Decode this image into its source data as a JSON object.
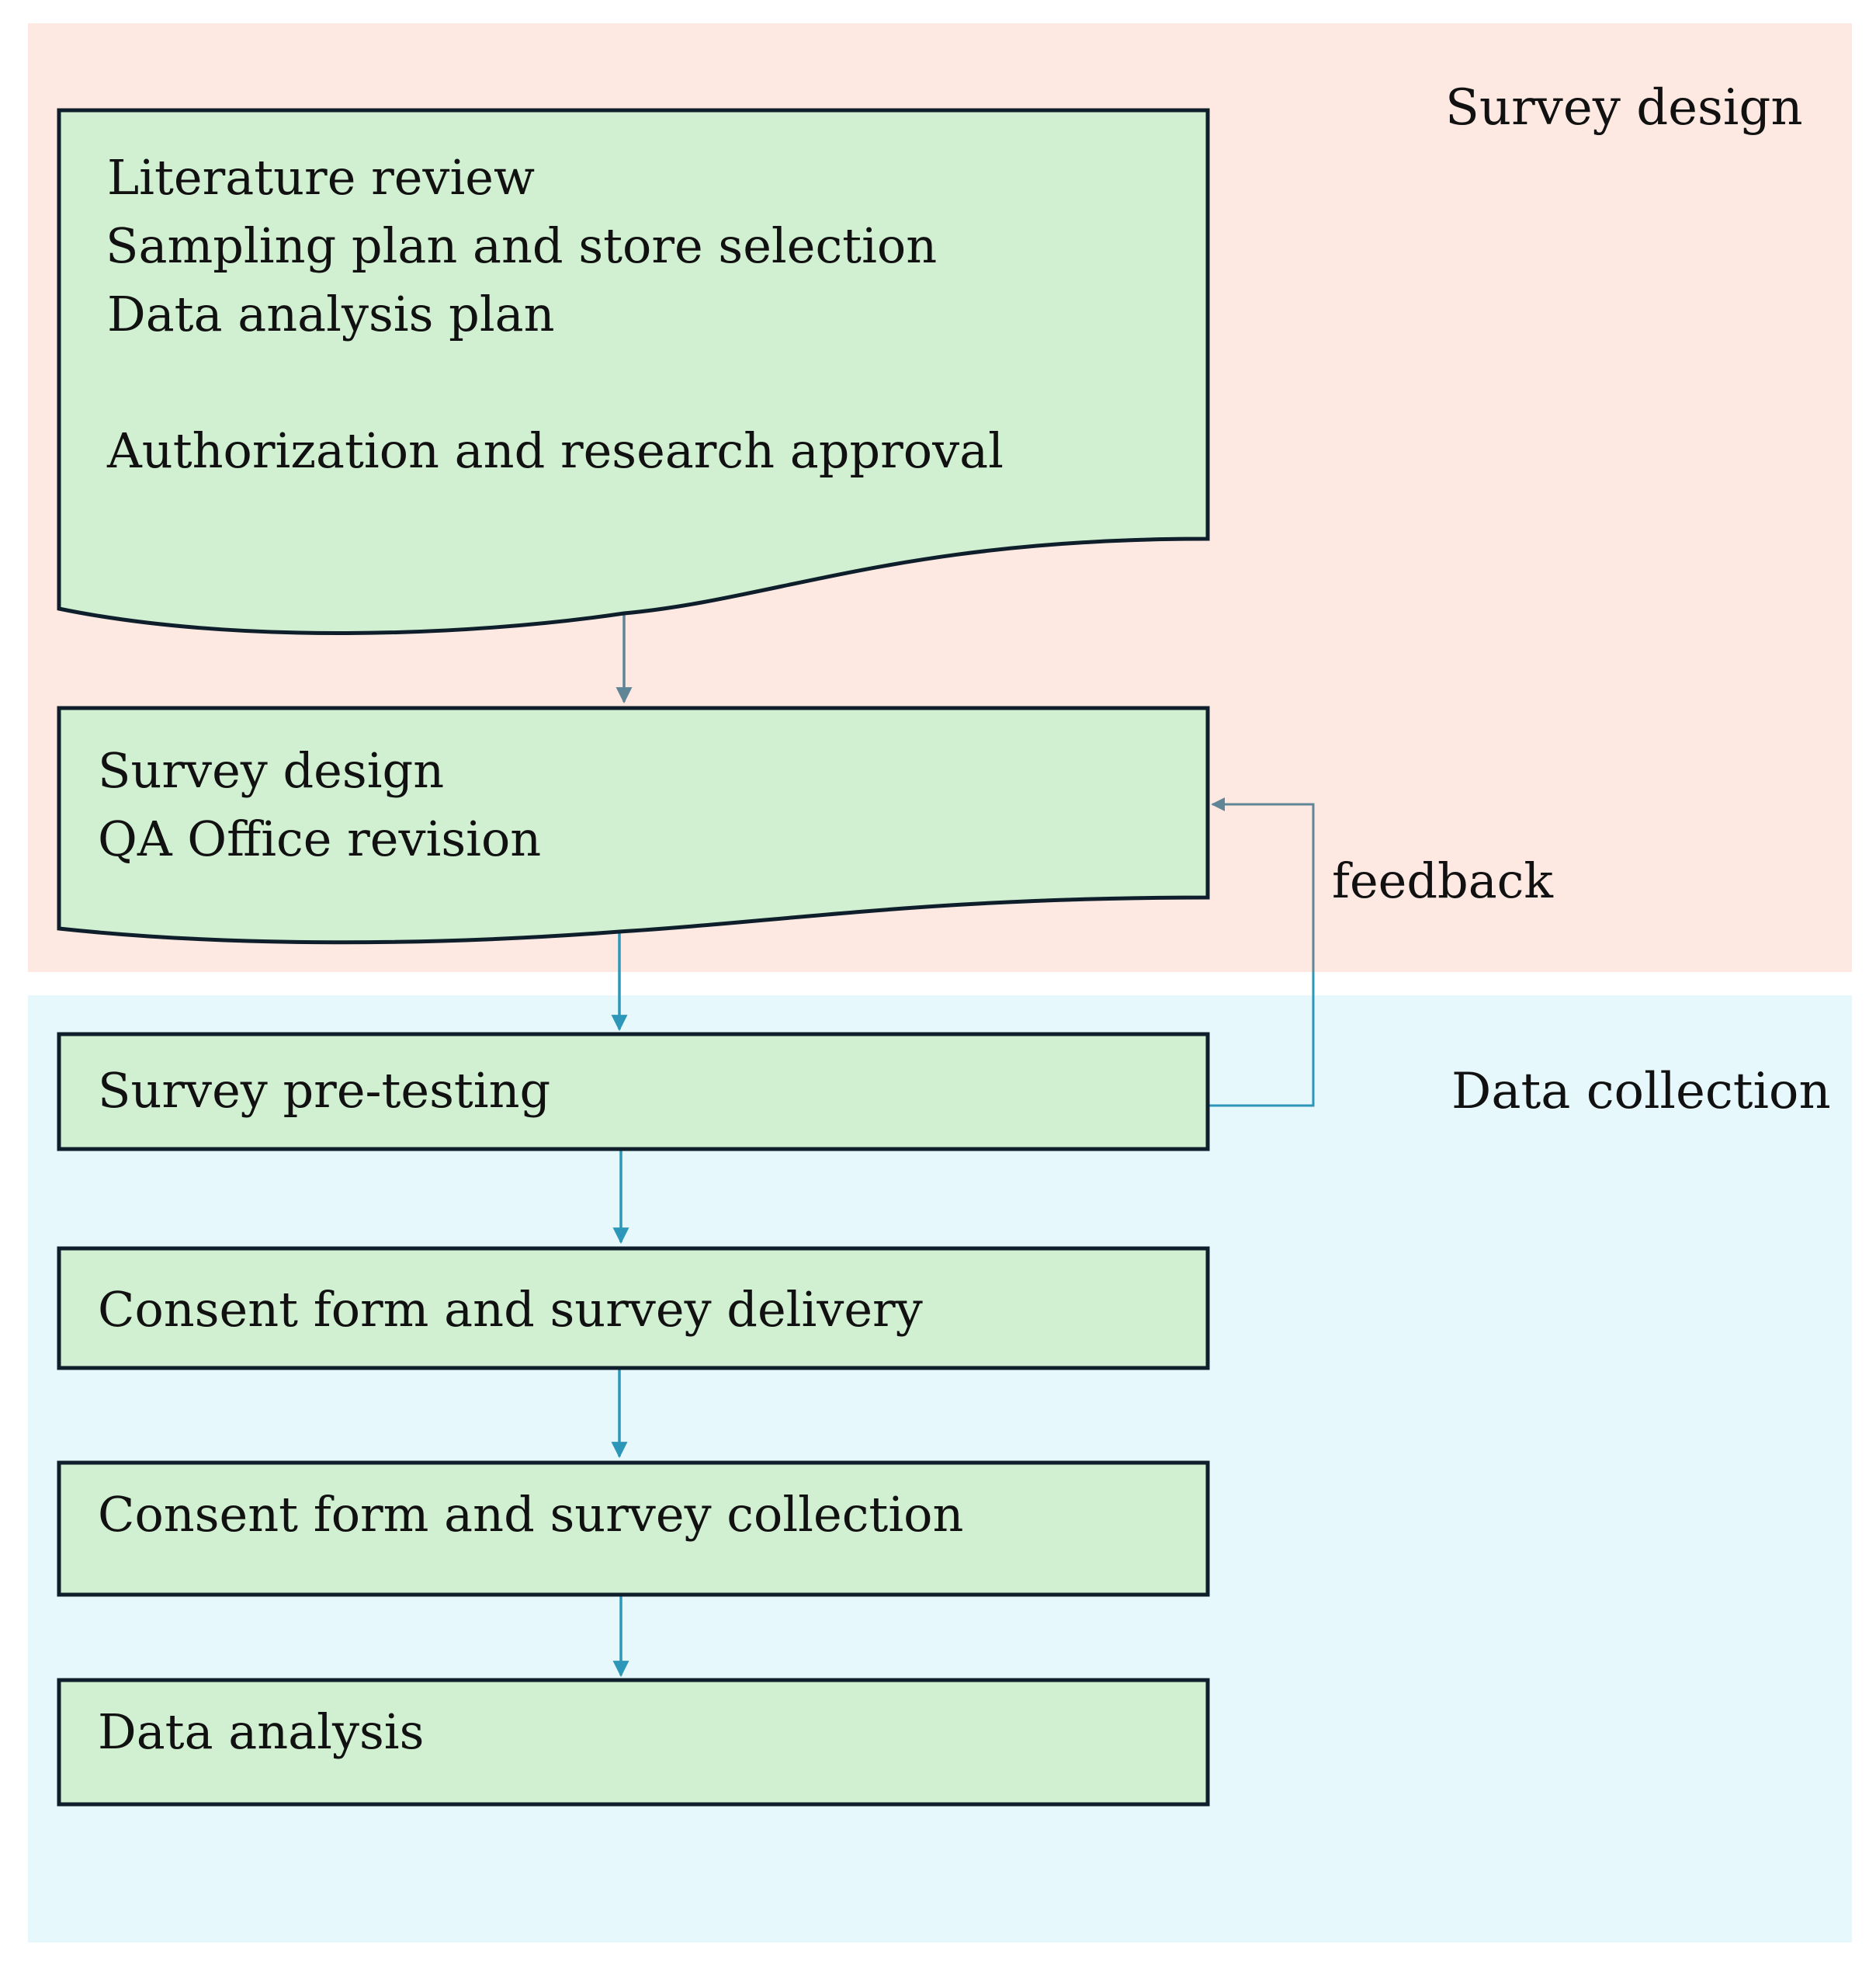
{
  "sections": {
    "survey_design": {
      "label": "Survey design",
      "color": "#fde9e2"
    },
    "data_collection": {
      "label": "Data collection",
      "color": "#e6f8fc"
    }
  },
  "node_style": {
    "fill": "#d1efd1",
    "stroke": "#0e1e2b"
  },
  "nodes": {
    "planning": {
      "lines": [
        "Literature review",
        "Sampling plan and store selection",
        "Data analysis plan",
        "",
        "Authorization and research approval"
      ]
    },
    "survey_design": {
      "lines": [
        "Survey design",
        "QA Office revision"
      ]
    },
    "pretesting": {
      "lines": [
        "Survey pre-testing"
      ]
    },
    "delivery": {
      "lines": [
        "Consent form and survey delivery"
      ]
    },
    "collection": {
      "lines": [
        "Consent form and survey collection"
      ]
    },
    "analysis": {
      "lines": [
        "Data analysis"
      ]
    }
  },
  "edges": {
    "feedback_label": "feedback",
    "design_color": "#5f8596",
    "collection_color": "#2c97b8"
  }
}
